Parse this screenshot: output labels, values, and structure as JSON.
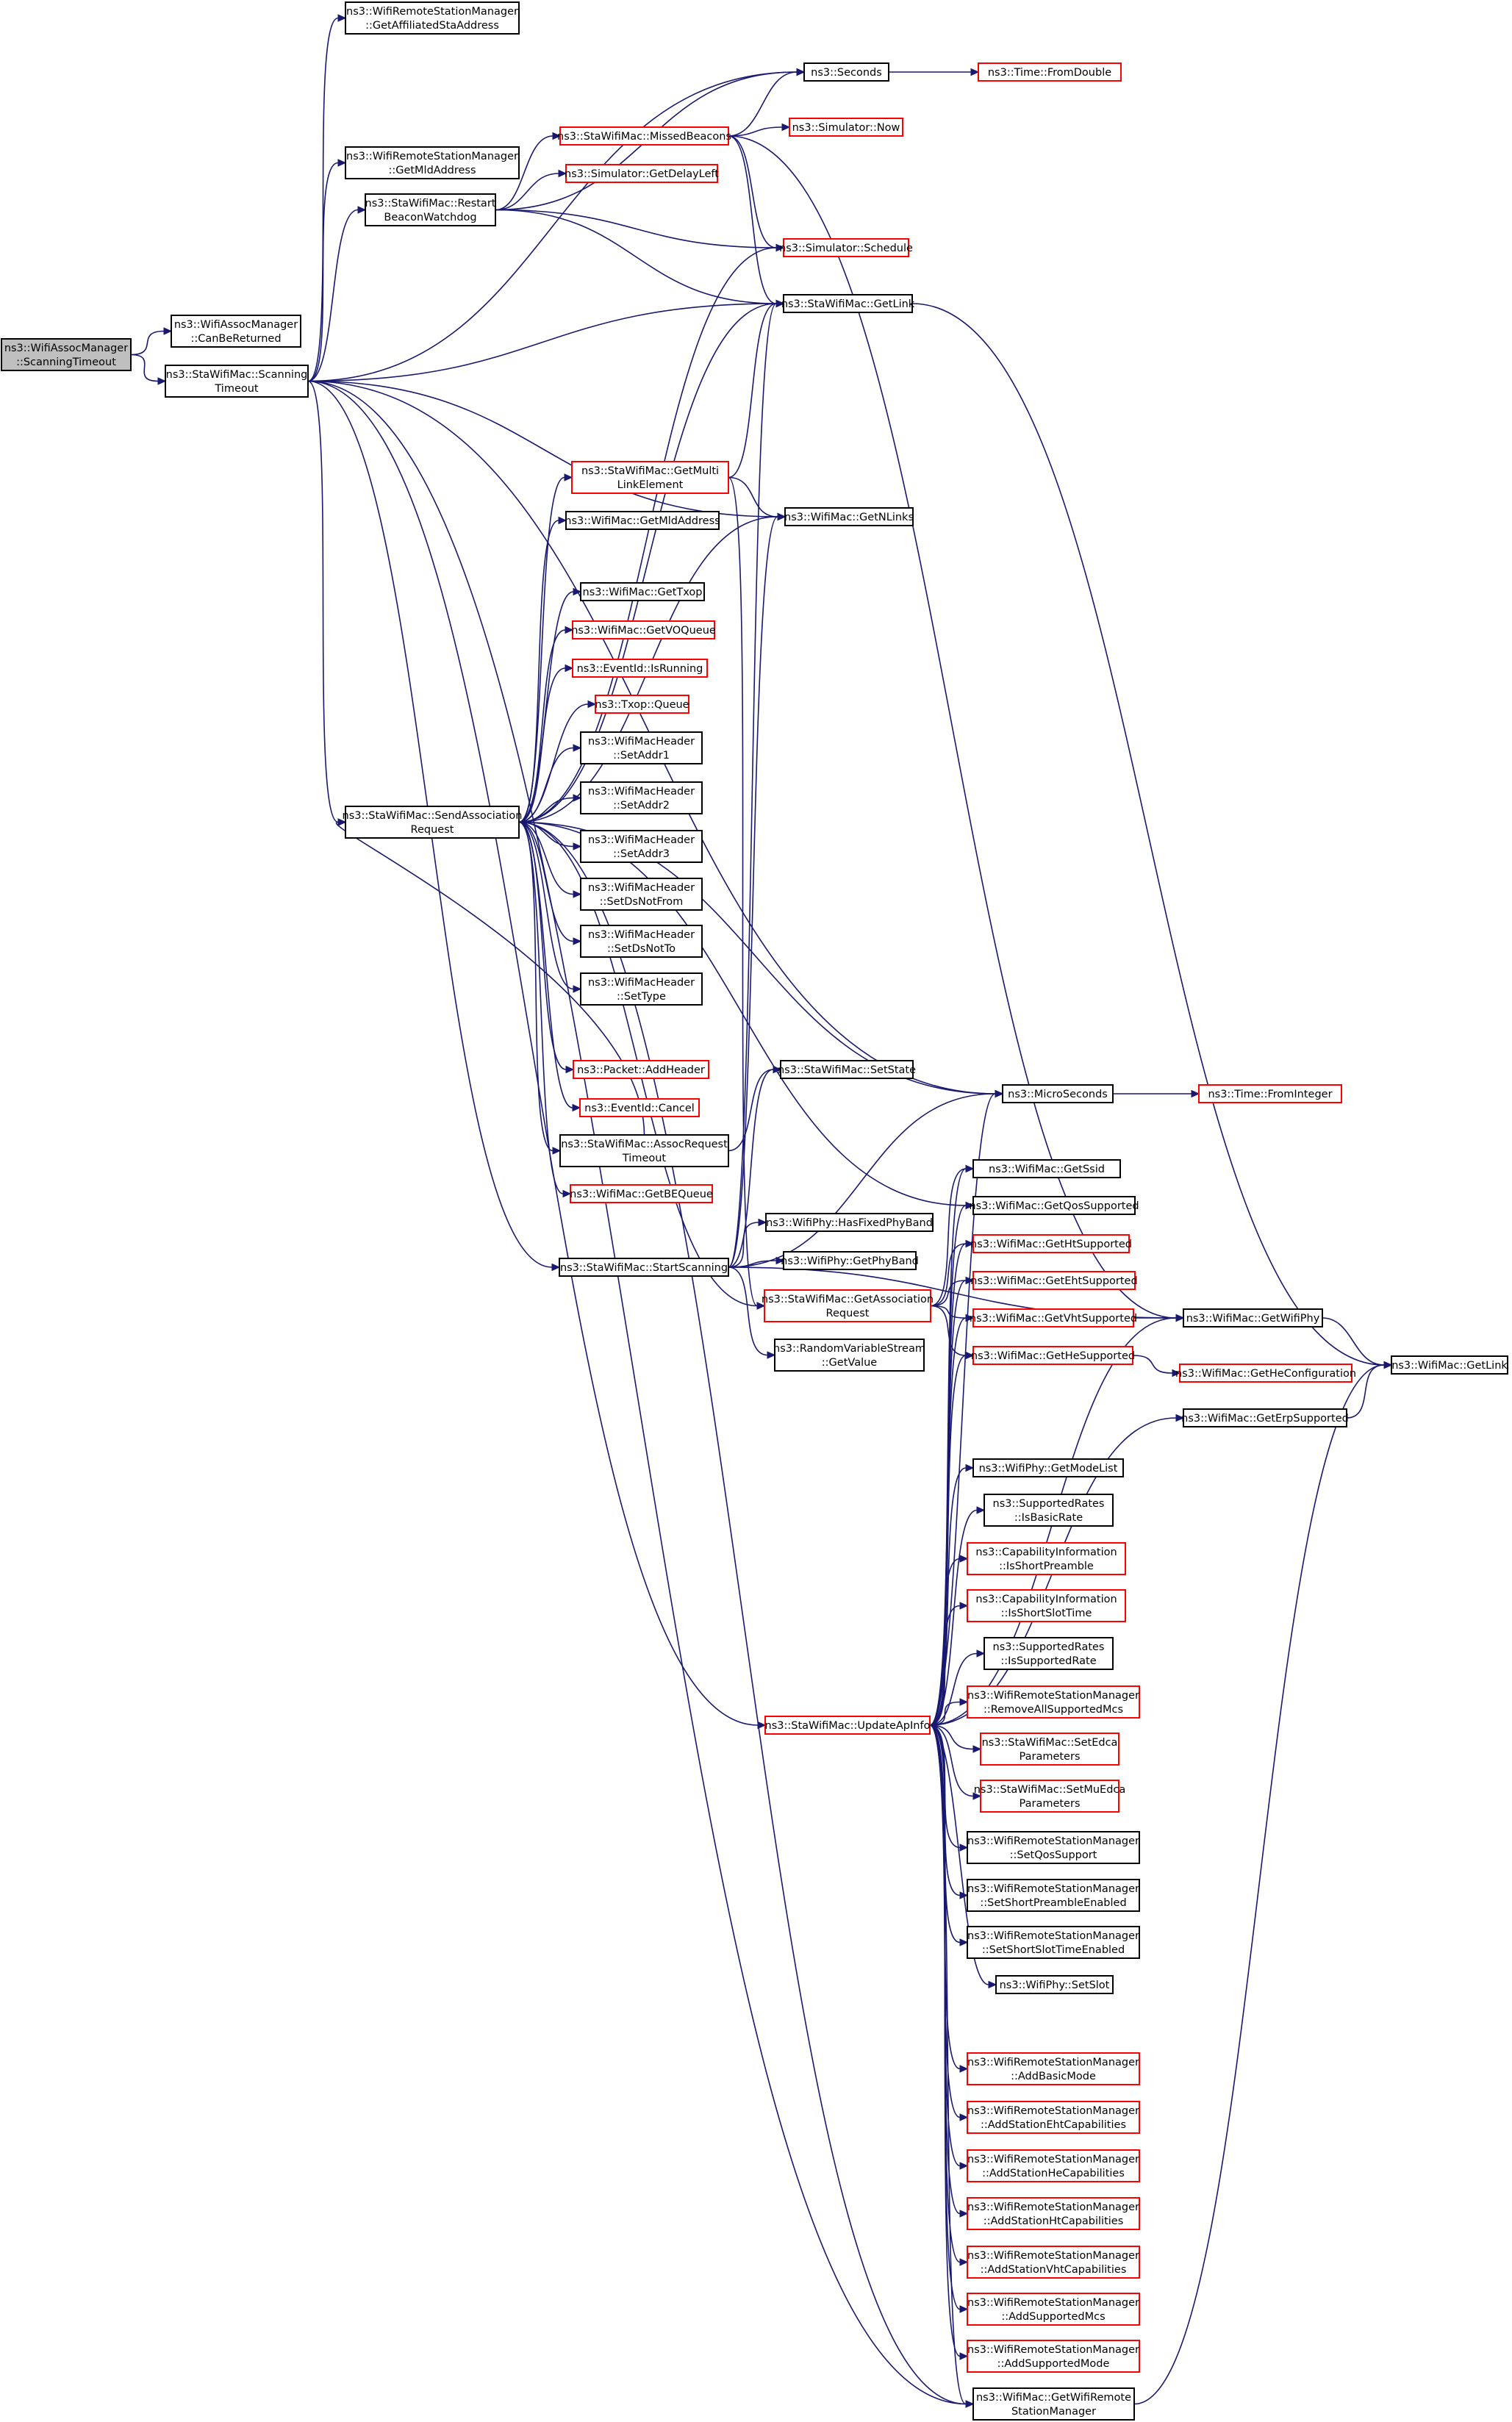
{
  "diagram": {
    "type": "call-graph",
    "colors": {
      "edge": "#191970",
      "node_border": "#000000",
      "node_border_undocumented": "#ff0000",
      "root_fill": "#bfbfbf",
      "background": "#ffffff"
    },
    "nodes": [
      {
        "id": "root",
        "lines": [
          "ns3::WifiAssocManager",
          "::ScanningTimeout"
        ],
        "style": "root"
      },
      {
        "id": "canBeReturned",
        "lines": [
          "ns3::WifiAssocManager",
          "::CanBeReturned"
        ],
        "style": "black"
      },
      {
        "id": "scanningTimeout",
        "lines": [
          "ns3::StaWifiMac::Scanning",
          "Timeout"
        ],
        "style": "black"
      },
      {
        "id": "getAffiliated",
        "lines": [
          "ns3::WifiRemoteStationManager",
          "::GetAffiliatedStaAddress"
        ],
        "style": "black"
      },
      {
        "id": "getMldAddrRsm",
        "lines": [
          "ns3::WifiRemoteStationManager",
          "::GetMldAddress"
        ],
        "style": "black"
      },
      {
        "id": "restartBeacon",
        "lines": [
          "ns3::StaWifiMac::Restart",
          "BeaconWatchdog"
        ],
        "style": "black"
      },
      {
        "id": "missedBeacons",
        "lines": [
          "ns3::StaWifiMac::MissedBeacons"
        ],
        "style": "red"
      },
      {
        "id": "getDelayLeft",
        "lines": [
          "ns3::Simulator::GetDelayLeft"
        ],
        "style": "red"
      },
      {
        "id": "seconds",
        "lines": [
          "ns3::Seconds"
        ],
        "style": "black"
      },
      {
        "id": "fromDouble",
        "lines": [
          "ns3::Time::FromDouble"
        ],
        "style": "red"
      },
      {
        "id": "now",
        "lines": [
          "ns3::Simulator::Now"
        ],
        "style": "red"
      },
      {
        "id": "schedule",
        "lines": [
          "ns3::Simulator::Schedule"
        ],
        "style": "red"
      },
      {
        "id": "getLinkSta",
        "lines": [
          "ns3::StaWifiMac::GetLink"
        ],
        "style": "black"
      },
      {
        "id": "getMultiLink",
        "lines": [
          "ns3::StaWifiMac::GetMulti",
          "LinkElement"
        ],
        "style": "red"
      },
      {
        "id": "getNLinks",
        "lines": [
          "ns3::WifiMac::GetNLinks"
        ],
        "style": "black"
      },
      {
        "id": "getMldAddrMac",
        "lines": [
          "ns3::WifiMac::GetMldAddress"
        ],
        "style": "black"
      },
      {
        "id": "getTxop",
        "lines": [
          "ns3::WifiMac::GetTxop"
        ],
        "style": "black"
      },
      {
        "id": "getVOQueue",
        "lines": [
          "ns3::WifiMac::GetVOQueue"
        ],
        "style": "red"
      },
      {
        "id": "isRunning",
        "lines": [
          "ns3::EventId::IsRunning"
        ],
        "style": "red"
      },
      {
        "id": "txopQueue",
        "lines": [
          "ns3::Txop::Queue"
        ],
        "style": "red"
      },
      {
        "id": "setAddr1",
        "lines": [
          "ns3::WifiMacHeader",
          "::SetAddr1"
        ],
        "style": "black"
      },
      {
        "id": "setAddr2",
        "lines": [
          "ns3::WifiMacHeader",
          "::SetAddr2"
        ],
        "style": "black"
      },
      {
        "id": "setAddr3",
        "lines": [
          "ns3::WifiMacHeader",
          "::SetAddr3"
        ],
        "style": "black"
      },
      {
        "id": "setDsNotFrom",
        "lines": [
          "ns3::WifiMacHeader",
          "::SetDsNotFrom"
        ],
        "style": "black"
      },
      {
        "id": "setDsNotTo",
        "lines": [
          "ns3::WifiMacHeader",
          "::SetDsNotTo"
        ],
        "style": "black"
      },
      {
        "id": "setType",
        "lines": [
          "ns3::WifiMacHeader",
          "::SetType"
        ],
        "style": "black"
      },
      {
        "id": "sendAssoc",
        "lines": [
          "ns3::StaWifiMac::SendAssociation",
          "Request"
        ],
        "style": "black"
      },
      {
        "id": "addHeader",
        "lines": [
          "ns3::Packet::AddHeader"
        ],
        "style": "red"
      },
      {
        "id": "cancel",
        "lines": [
          "ns3::EventId::Cancel"
        ],
        "style": "red"
      },
      {
        "id": "assocReqTimeout",
        "lines": [
          "ns3::StaWifiMac::AssocRequest",
          "Timeout"
        ],
        "style": "black"
      },
      {
        "id": "getBEQueue",
        "lines": [
          "ns3::WifiMac::GetBEQueue"
        ],
        "style": "red"
      },
      {
        "id": "setState",
        "lines": [
          "ns3::StaWifiMac::SetState"
        ],
        "style": "black"
      },
      {
        "id": "microSeconds",
        "lines": [
          "ns3::MicroSeconds"
        ],
        "style": "black"
      },
      {
        "id": "fromInteger",
        "lines": [
          "ns3::Time::FromInteger"
        ],
        "style": "red"
      },
      {
        "id": "getSsid",
        "lines": [
          "ns3::WifiMac::GetSsid"
        ],
        "style": "black"
      },
      {
        "id": "getQos",
        "lines": [
          "ns3::WifiMac::GetQosSupported"
        ],
        "style": "black"
      },
      {
        "id": "getHt",
        "lines": [
          "ns3::WifiMac::GetHtSupported"
        ],
        "style": "red"
      },
      {
        "id": "getEht",
        "lines": [
          "ns3::WifiMac::GetEhtSupported"
        ],
        "style": "red"
      },
      {
        "id": "getVht",
        "lines": [
          "ns3::WifiMac::GetVhtSupported"
        ],
        "style": "red"
      },
      {
        "id": "getHe",
        "lines": [
          "ns3::WifiMac::GetHeSupported"
        ],
        "style": "red"
      },
      {
        "id": "getWifiPhy",
        "lines": [
          "ns3::WifiMac::GetWifiPhy"
        ],
        "style": "black"
      },
      {
        "id": "getLinkMac",
        "lines": [
          "ns3::WifiMac::GetLink"
        ],
        "style": "black"
      },
      {
        "id": "getHeConfig",
        "lines": [
          "ns3::WifiMac::GetHeConfiguration"
        ],
        "style": "red"
      },
      {
        "id": "getErp",
        "lines": [
          "ns3::WifiMac::GetErpSupported"
        ],
        "style": "black"
      },
      {
        "id": "startScanning",
        "lines": [
          "ns3::StaWifiMac::StartScanning"
        ],
        "style": "black"
      },
      {
        "id": "hasFixedPhyBand",
        "lines": [
          "ns3::WifiPhy::HasFixedPhyBand"
        ],
        "style": "black"
      },
      {
        "id": "getPhyBand",
        "lines": [
          "ns3::WifiPhy::GetPhyBand"
        ],
        "style": "black"
      },
      {
        "id": "getAssocReq",
        "lines": [
          "ns3::StaWifiMac::GetAssociation",
          "Request"
        ],
        "style": "red"
      },
      {
        "id": "rvsGetValue",
        "lines": [
          "ns3::RandomVariableStream",
          "::GetValue"
        ],
        "style": "black"
      },
      {
        "id": "getModeList",
        "lines": [
          "ns3::WifiPhy::GetModeList"
        ],
        "style": "black"
      },
      {
        "id": "isBasicRate",
        "lines": [
          "ns3::SupportedRates",
          "::IsBasicRate"
        ],
        "style": "black"
      },
      {
        "id": "isShortPreamble",
        "lines": [
          "ns3::CapabilityInformation",
          "::IsShortPreamble"
        ],
        "style": "red"
      },
      {
        "id": "isShortSlot",
        "lines": [
          "ns3::CapabilityInformation",
          "::IsShortSlotTime"
        ],
        "style": "red"
      },
      {
        "id": "isSupportedRate",
        "lines": [
          "ns3::SupportedRates",
          "::IsSupportedRate"
        ],
        "style": "black"
      },
      {
        "id": "removeAllMcs",
        "lines": [
          "ns3::WifiRemoteStationManager",
          "::RemoveAllSupportedMcs"
        ],
        "style": "red"
      },
      {
        "id": "setEdca",
        "lines": [
          "ns3::StaWifiMac::SetEdca",
          "Parameters"
        ],
        "style": "red"
      },
      {
        "id": "setMuEdca",
        "lines": [
          "ns3::StaWifiMac::SetMuEdca",
          "Parameters"
        ],
        "style": "red"
      },
      {
        "id": "setQosSupport",
        "lines": [
          "ns3::WifiRemoteStationManager",
          "::SetQosSupport"
        ],
        "style": "black"
      },
      {
        "id": "setShortPreamble",
        "lines": [
          "ns3::WifiRemoteStationManager",
          "::SetShortPreambleEnabled"
        ],
        "style": "black"
      },
      {
        "id": "setShortSlot",
        "lines": [
          "ns3::WifiRemoteStationManager",
          "::SetShortSlotTimeEnabled"
        ],
        "style": "black"
      },
      {
        "id": "setSlot",
        "lines": [
          "ns3::WifiPhy::SetSlot"
        ],
        "style": "black"
      },
      {
        "id": "updateApInfo",
        "lines": [
          "ns3::StaWifiMac::UpdateApInfo"
        ],
        "style": "red"
      },
      {
        "id": "addBasicMode",
        "lines": [
          "ns3::WifiRemoteStationManager",
          "::AddBasicMode"
        ],
        "style": "red"
      },
      {
        "id": "addEhtCaps",
        "lines": [
          "ns3::WifiRemoteStationManager",
          "::AddStationEhtCapabilities"
        ],
        "style": "red"
      },
      {
        "id": "addHeCaps",
        "lines": [
          "ns3::WifiRemoteStationManager",
          "::AddStationHeCapabilities"
        ],
        "style": "red"
      },
      {
        "id": "addHtCaps",
        "lines": [
          "ns3::WifiRemoteStationManager",
          "::AddStationHtCapabilities"
        ],
        "style": "red"
      },
      {
        "id": "addVhtCaps",
        "lines": [
          "ns3::WifiRemoteStationManager",
          "::AddStationVhtCapabilities"
        ],
        "style": "red"
      },
      {
        "id": "addSupportedMcs",
        "lines": [
          "ns3::WifiRemoteStationManager",
          "::AddSupportedMcs"
        ],
        "style": "red"
      },
      {
        "id": "addSupportedMode",
        "lines": [
          "ns3::WifiRemoteStationManager",
          "::AddSupportedMode"
        ],
        "style": "red"
      },
      {
        "id": "getWifiRsm",
        "lines": [
          "ns3::WifiMac::GetWifiRemote",
          "StationManager"
        ],
        "style": "black"
      }
    ],
    "edges": [
      [
        "root",
        "canBeReturned"
      ],
      [
        "root",
        "scanningTimeout"
      ],
      [
        "scanningTimeout",
        "getAffiliated"
      ],
      [
        "scanningTimeout",
        "getMldAddrRsm"
      ],
      [
        "scanningTimeout",
        "restartBeacon"
      ],
      [
        "scanningTimeout",
        "seconds"
      ],
      [
        "scanningTimeout",
        "getLinkSta"
      ],
      [
        "scanningTimeout",
        "getNLinks"
      ],
      [
        "scanningTimeout",
        "sendAssoc"
      ],
      [
        "scanningTimeout",
        "microSeconds"
      ],
      [
        "scanningTimeout",
        "startScanning"
      ],
      [
        "scanningTimeout",
        "updateApInfo"
      ],
      [
        "scanningTimeout",
        "getWifiRsm"
      ],
      [
        "restartBeacon",
        "missedBeacons"
      ],
      [
        "restartBeacon",
        "getDelayLeft"
      ],
      [
        "restartBeacon",
        "seconds"
      ],
      [
        "restartBeacon",
        "schedule"
      ],
      [
        "restartBeacon",
        "getLinkSta"
      ],
      [
        "missedBeacons",
        "seconds"
      ],
      [
        "missedBeacons",
        "now"
      ],
      [
        "missedBeacons",
        "schedule"
      ],
      [
        "missedBeacons",
        "getLinkSta"
      ],
      [
        "missedBeacons",
        "getWifiPhy"
      ],
      [
        "seconds",
        "fromDouble"
      ],
      [
        "getLinkSta",
        "getLinkMac"
      ],
      [
        "getMultiLink",
        "getLinkSta"
      ],
      [
        "getMultiLink",
        "getNLinks"
      ],
      [
        "getMultiLink",
        "getAssocReq"
      ],
      [
        "sendAssoc",
        "schedule"
      ],
      [
        "sendAssoc",
        "getLinkSta"
      ],
      [
        "sendAssoc",
        "getMultiLink"
      ],
      [
        "sendAssoc",
        "getMldAddrMac"
      ],
      [
        "sendAssoc",
        "getNLinks"
      ],
      [
        "sendAssoc",
        "getTxop"
      ],
      [
        "sendAssoc",
        "getVOQueue"
      ],
      [
        "sendAssoc",
        "isRunning"
      ],
      [
        "sendAssoc",
        "txopQueue"
      ],
      [
        "sendAssoc",
        "setAddr1"
      ],
      [
        "sendAssoc",
        "setAddr2"
      ],
      [
        "sendAssoc",
        "setAddr3"
      ],
      [
        "sendAssoc",
        "setDsNotFrom"
      ],
      [
        "sendAssoc",
        "setDsNotTo"
      ],
      [
        "sendAssoc",
        "setType"
      ],
      [
        "sendAssoc",
        "addHeader"
      ],
      [
        "sendAssoc",
        "cancel"
      ],
      [
        "sendAssoc",
        "assocReqTimeout"
      ],
      [
        "sendAssoc",
        "getBEQueue"
      ],
      [
        "sendAssoc",
        "getQos"
      ],
      [
        "sendAssoc",
        "getAssocReq"
      ],
      [
        "sendAssoc",
        "microSeconds"
      ],
      [
        "sendAssoc",
        "getWifiRsm"
      ],
      [
        "assocReqTimeout",
        "setState"
      ],
      [
        "assocReqTimeout",
        "sendAssoc"
      ],
      [
        "microSeconds",
        "fromInteger"
      ],
      [
        "startScanning",
        "setState"
      ],
      [
        "startScanning",
        "microSeconds"
      ],
      [
        "startScanning",
        "getNLinks"
      ],
      [
        "startScanning",
        "hasFixedPhyBand"
      ],
      [
        "startScanning",
        "getPhyBand"
      ],
      [
        "startScanning",
        "rvsGetValue"
      ],
      [
        "startScanning",
        "getWifiPhy"
      ],
      [
        "startScanning",
        "getLinkSta"
      ],
      [
        "getAssocReq",
        "getSsid"
      ],
      [
        "getAssocReq",
        "getHt"
      ],
      [
        "getAssocReq",
        "getEht"
      ],
      [
        "getAssocReq",
        "getVht"
      ],
      [
        "getAssocReq",
        "getHe"
      ],
      [
        "getVht",
        "getWifiPhy"
      ],
      [
        "getHe",
        "getHeConfig"
      ],
      [
        "getWifiPhy",
        "getLinkMac"
      ],
      [
        "getErp",
        "getLinkMac"
      ],
      [
        "updateApInfo",
        "microSeconds"
      ],
      [
        "updateApInfo",
        "getSsid"
      ],
      [
        "updateApInfo",
        "getQos"
      ],
      [
        "updateApInfo",
        "getHt"
      ],
      [
        "updateApInfo",
        "getEht"
      ],
      [
        "updateApInfo",
        "getVht"
      ],
      [
        "updateApInfo",
        "getHe"
      ],
      [
        "updateApInfo",
        "getWifiPhy"
      ],
      [
        "updateApInfo",
        "getErp"
      ],
      [
        "updateApInfo",
        "getModeList"
      ],
      [
        "updateApInfo",
        "isBasicRate"
      ],
      [
        "updateApInfo",
        "isShortPreamble"
      ],
      [
        "updateApInfo",
        "isShortSlot"
      ],
      [
        "updateApInfo",
        "isSupportedRate"
      ],
      [
        "updateApInfo",
        "removeAllMcs"
      ],
      [
        "updateApInfo",
        "setEdca"
      ],
      [
        "updateApInfo",
        "setMuEdca"
      ],
      [
        "updateApInfo",
        "setQosSupport"
      ],
      [
        "updateApInfo",
        "setShortPreamble"
      ],
      [
        "updateApInfo",
        "setShortSlot"
      ],
      [
        "updateApInfo",
        "setSlot"
      ],
      [
        "updateApInfo",
        "addBasicMode"
      ],
      [
        "updateApInfo",
        "addEhtCaps"
      ],
      [
        "updateApInfo",
        "addHeCaps"
      ],
      [
        "updateApInfo",
        "addHtCaps"
      ],
      [
        "updateApInfo",
        "addVhtCaps"
      ],
      [
        "updateApInfo",
        "addSupportedMcs"
      ],
      [
        "updateApInfo",
        "addSupportedMode"
      ],
      [
        "updateApInfo",
        "getWifiRsm"
      ],
      [
        "getWifiRsm",
        "getLinkMac"
      ]
    ]
  }
}
